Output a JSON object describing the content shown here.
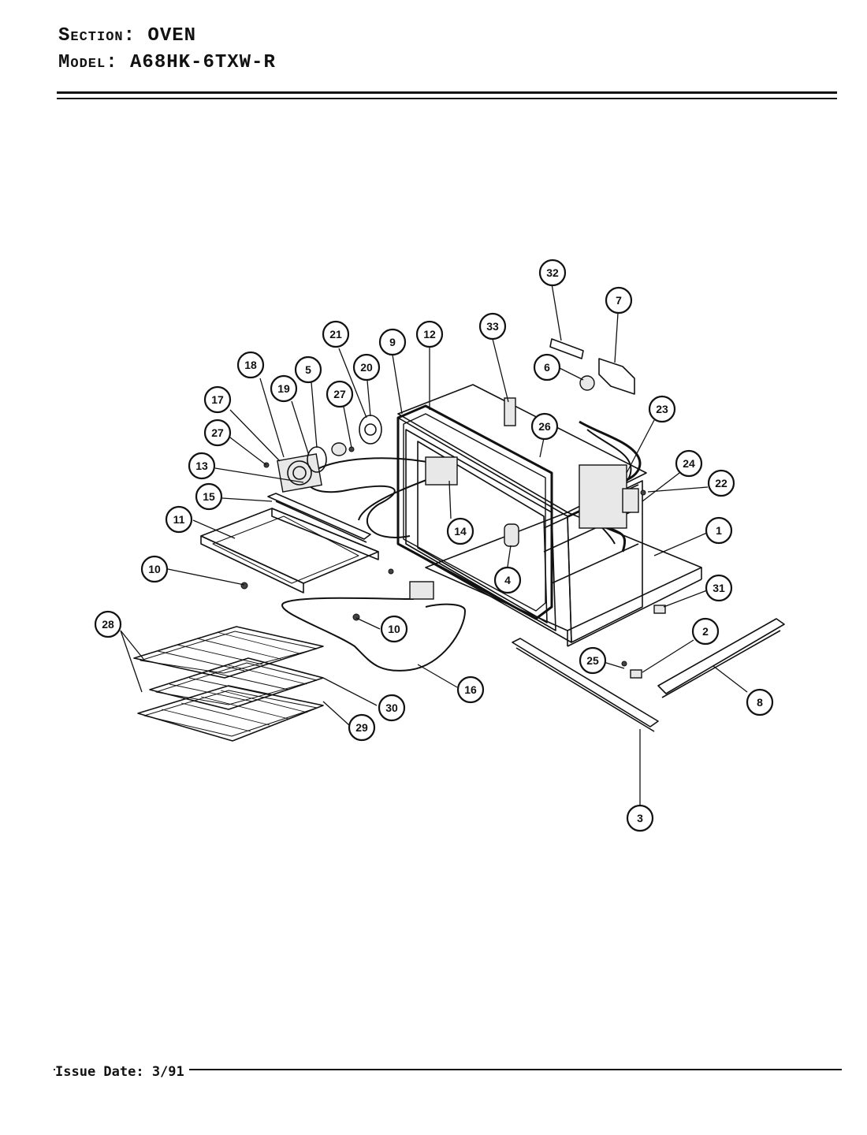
{
  "header": {
    "section_label": "Section:",
    "section_value": "OVEN",
    "model_label": "Model:",
    "model_value": "A68HK-6TXW-R"
  },
  "footer": {
    "issue_date": "Issue Date: 3/91"
  },
  "callouts": [
    "1",
    "2",
    "3",
    "4",
    "5",
    "6",
    "7",
    "8",
    "9",
    "10",
    "10",
    "11",
    "12",
    "13",
    "14",
    "15",
    "16",
    "17",
    "18",
    "19",
    "20",
    "21",
    "22",
    "23",
    "24",
    "25",
    "26",
    "27",
    "27",
    "28",
    "29",
    "30",
    "31",
    "32",
    "33"
  ]
}
